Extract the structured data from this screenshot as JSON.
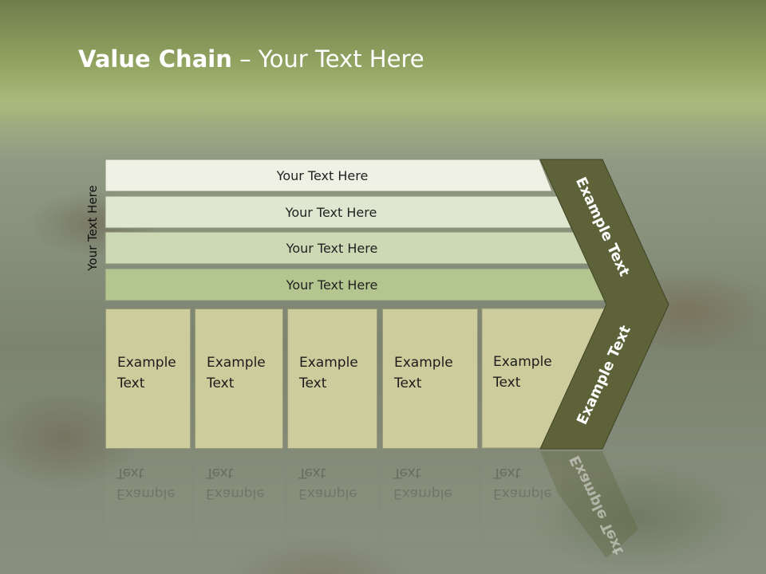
{
  "title": {
    "bold": "Value Chain",
    "rest": " – Your Text Here"
  },
  "side_label": "Your Text Here",
  "bars": [
    {
      "label": "Your Text Here"
    },
    {
      "label": "Your Text Here"
    },
    {
      "label": "Your Text Here"
    },
    {
      "label": "Your Text Here"
    }
  ],
  "columns": [
    {
      "line1": "Example",
      "line2": "Text"
    },
    {
      "line1": "Example",
      "line2": "Text"
    },
    {
      "line1": "Example",
      "line2": "Text"
    },
    {
      "line1": "Example",
      "line2": "Text"
    },
    {
      "line1": "Example",
      "line2": "Text"
    }
  ],
  "chevron": {
    "upper_label": "Example Text",
    "lower_label": "Example Text"
  },
  "colors": {
    "chevron": "#5e6238",
    "bars": [
      "#eef1e3",
      "#e0e7d0",
      "#ccd9b4",
      "#b3c690"
    ],
    "columns": "#cdcc9c"
  }
}
